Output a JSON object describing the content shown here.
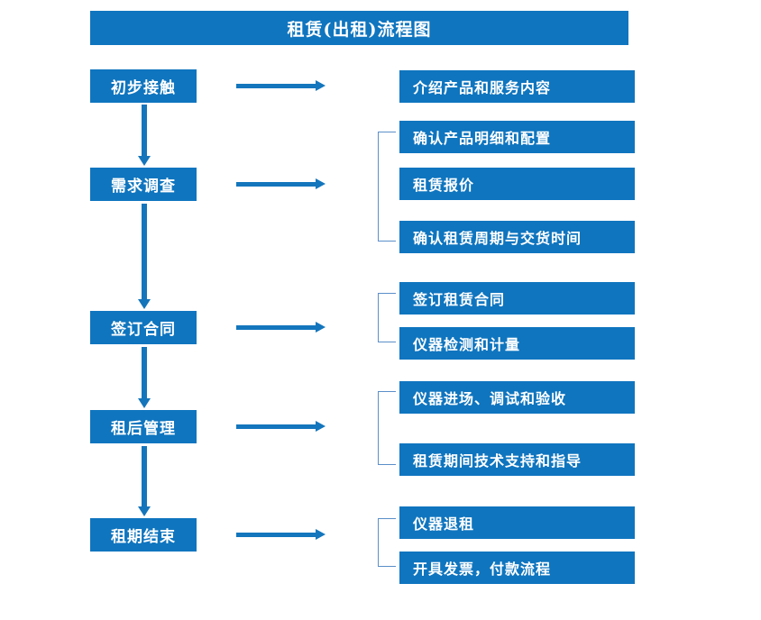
{
  "diagram": {
    "title": "租赁(出租)流程图",
    "colors": {
      "primary_blue": "#0f75bf",
      "arrow_blue": "#1476bd",
      "bracket_blue": "#5b8fc9",
      "background": "#ffffff",
      "text": "#ffffff"
    },
    "stages": [
      {
        "id": "stage-1",
        "label": "初步接触"
      },
      {
        "id": "stage-2",
        "label": "需求调查"
      },
      {
        "id": "stage-3",
        "label": "签订合同"
      },
      {
        "id": "stage-4",
        "label": "租后管理"
      },
      {
        "id": "stage-5",
        "label": "租期结束"
      }
    ],
    "details": [
      {
        "id": "detail-1",
        "label": "介绍产品和服务内容",
        "stage": "stage-1"
      },
      {
        "id": "detail-2",
        "label": "确认产品明细和配置",
        "stage": "stage-2"
      },
      {
        "id": "detail-3",
        "label": "租赁报价",
        "stage": "stage-2"
      },
      {
        "id": "detail-4",
        "label": "确认租赁周期与交货时间",
        "stage": "stage-2"
      },
      {
        "id": "detail-5",
        "label": "签订租赁合同",
        "stage": "stage-3"
      },
      {
        "id": "detail-6",
        "label": "仪器检测和计量",
        "stage": "stage-3"
      },
      {
        "id": "detail-7",
        "label": "仪器进场、调试和验收",
        "stage": "stage-4"
      },
      {
        "id": "detail-8",
        "label": "租赁期间技术支持和指导",
        "stage": "stage-4"
      },
      {
        "id": "detail-9",
        "label": "仪器退租",
        "stage": "stage-5"
      },
      {
        "id": "detail-10",
        "label": "开具发票，付款流程",
        "stage": "stage-5"
      }
    ]
  }
}
